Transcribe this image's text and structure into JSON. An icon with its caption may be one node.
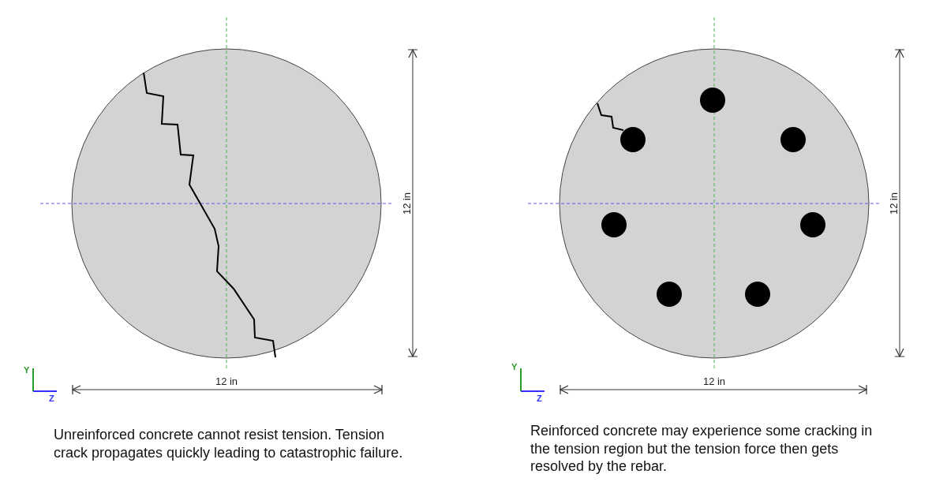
{
  "diagram": {
    "labels": [
      "12 in",
      "Y",
      "Z",
      "12 in",
      "Unreinforced concrete cannot resist tension. Tension crack propagates quickly leading to catastrophic failure.",
      "12 in",
      "Y",
      "Z",
      "12 in",
      "Reinforced concrete may experience some cracking in the tension region but the tension force then gets resolved by the rebar."
    ]
  }
}
